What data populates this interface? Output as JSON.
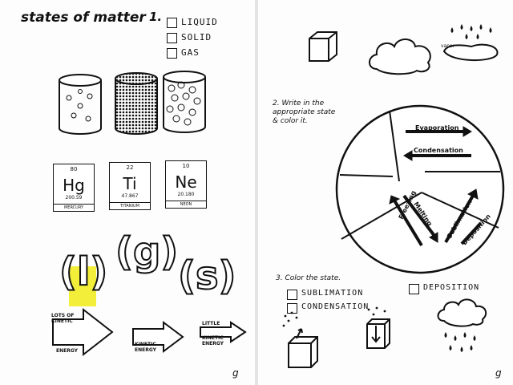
{
  "left_page": {
    "title": "states of matter",
    "question_number": "1.",
    "options": [
      "LIQUID",
      "SOLID",
      "GAS"
    ],
    "elements": [
      {
        "number": "80",
        "symbol": "Hg",
        "mass": "200.59",
        "name": "MERCURY"
      },
      {
        "number": "22",
        "symbol": "Ti",
        "mass": "47.867",
        "name": "TITANIUM"
      },
      {
        "number": "10",
        "symbol": "Ne",
        "mass": "20.180",
        "name": "NEON"
      }
    ],
    "state_symbols": [
      "(l)",
      "(g)",
      "(s)"
    ],
    "arrows": [
      {
        "top": "LOTS OF KINETIC",
        "bottom": "ENERGY"
      },
      {
        "top": "",
        "bottom": "KINETIC ENERGY"
      },
      {
        "top": "LITTLE",
        "bottom": "KINETIC ENERGY"
      }
    ],
    "signature": "g"
  },
  "right_page": {
    "q2_text": "2. Write in the appropriate state & color it.",
    "circle_labels": [
      "Evaporation",
      "Condensation",
      "Freezing",
      "Melting",
      "Sublimation",
      "Deposition"
    ],
    "q3_text": "3. Color the state.",
    "q3_options": [
      "SUBLIMATION",
      "CONDENSATION",
      "DEPOSITION"
    ],
    "signature": "g",
    "cloud_caption": "vapor"
  },
  "colors": {
    "ink": "#111111",
    "highlight": "#f2ee3a",
    "gutter": "#e4e4e4"
  }
}
